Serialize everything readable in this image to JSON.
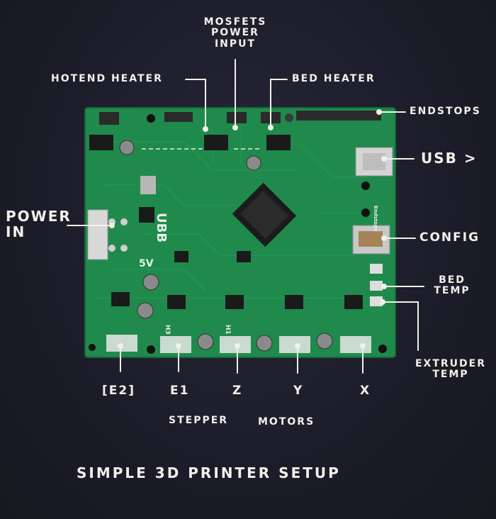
{
  "labels": {
    "mosfets": [
      "MOSFETS",
      "POWER",
      "INPUT"
    ],
    "hotend_heater": "HOTEND  HEATER",
    "bed_heater": "BED  HEATER",
    "endstops": "ENDSTOPS",
    "usb": "USB >",
    "power_in": [
      "POWER",
      "IN"
    ],
    "config": "CONFIG",
    "bed_temp": [
      "BED",
      "TEMP"
    ],
    "extruder_temp": [
      "EXTRUDER",
      "TEMP"
    ],
    "e2": "[E2]",
    "e1": "E1",
    "z": "Z",
    "y": "Y",
    "x": "X",
    "stepper": "STEPPER",
    "motors": "MOTORS",
    "title": "SIMPLE   3D   PRINTER   SETUP"
  },
  "board": {
    "silkscreen": [
      "UBB",
      "5V",
      "Endstops",
      "H3",
      "H1"
    ],
    "colors": {
      "pcb": "#1f8a4c",
      "pcb_edge": "#17693a",
      "trace": "#2aa05e",
      "chip": "#202020",
      "background": "#1d1d2b",
      "ink": "#f2f0ea"
    }
  }
}
